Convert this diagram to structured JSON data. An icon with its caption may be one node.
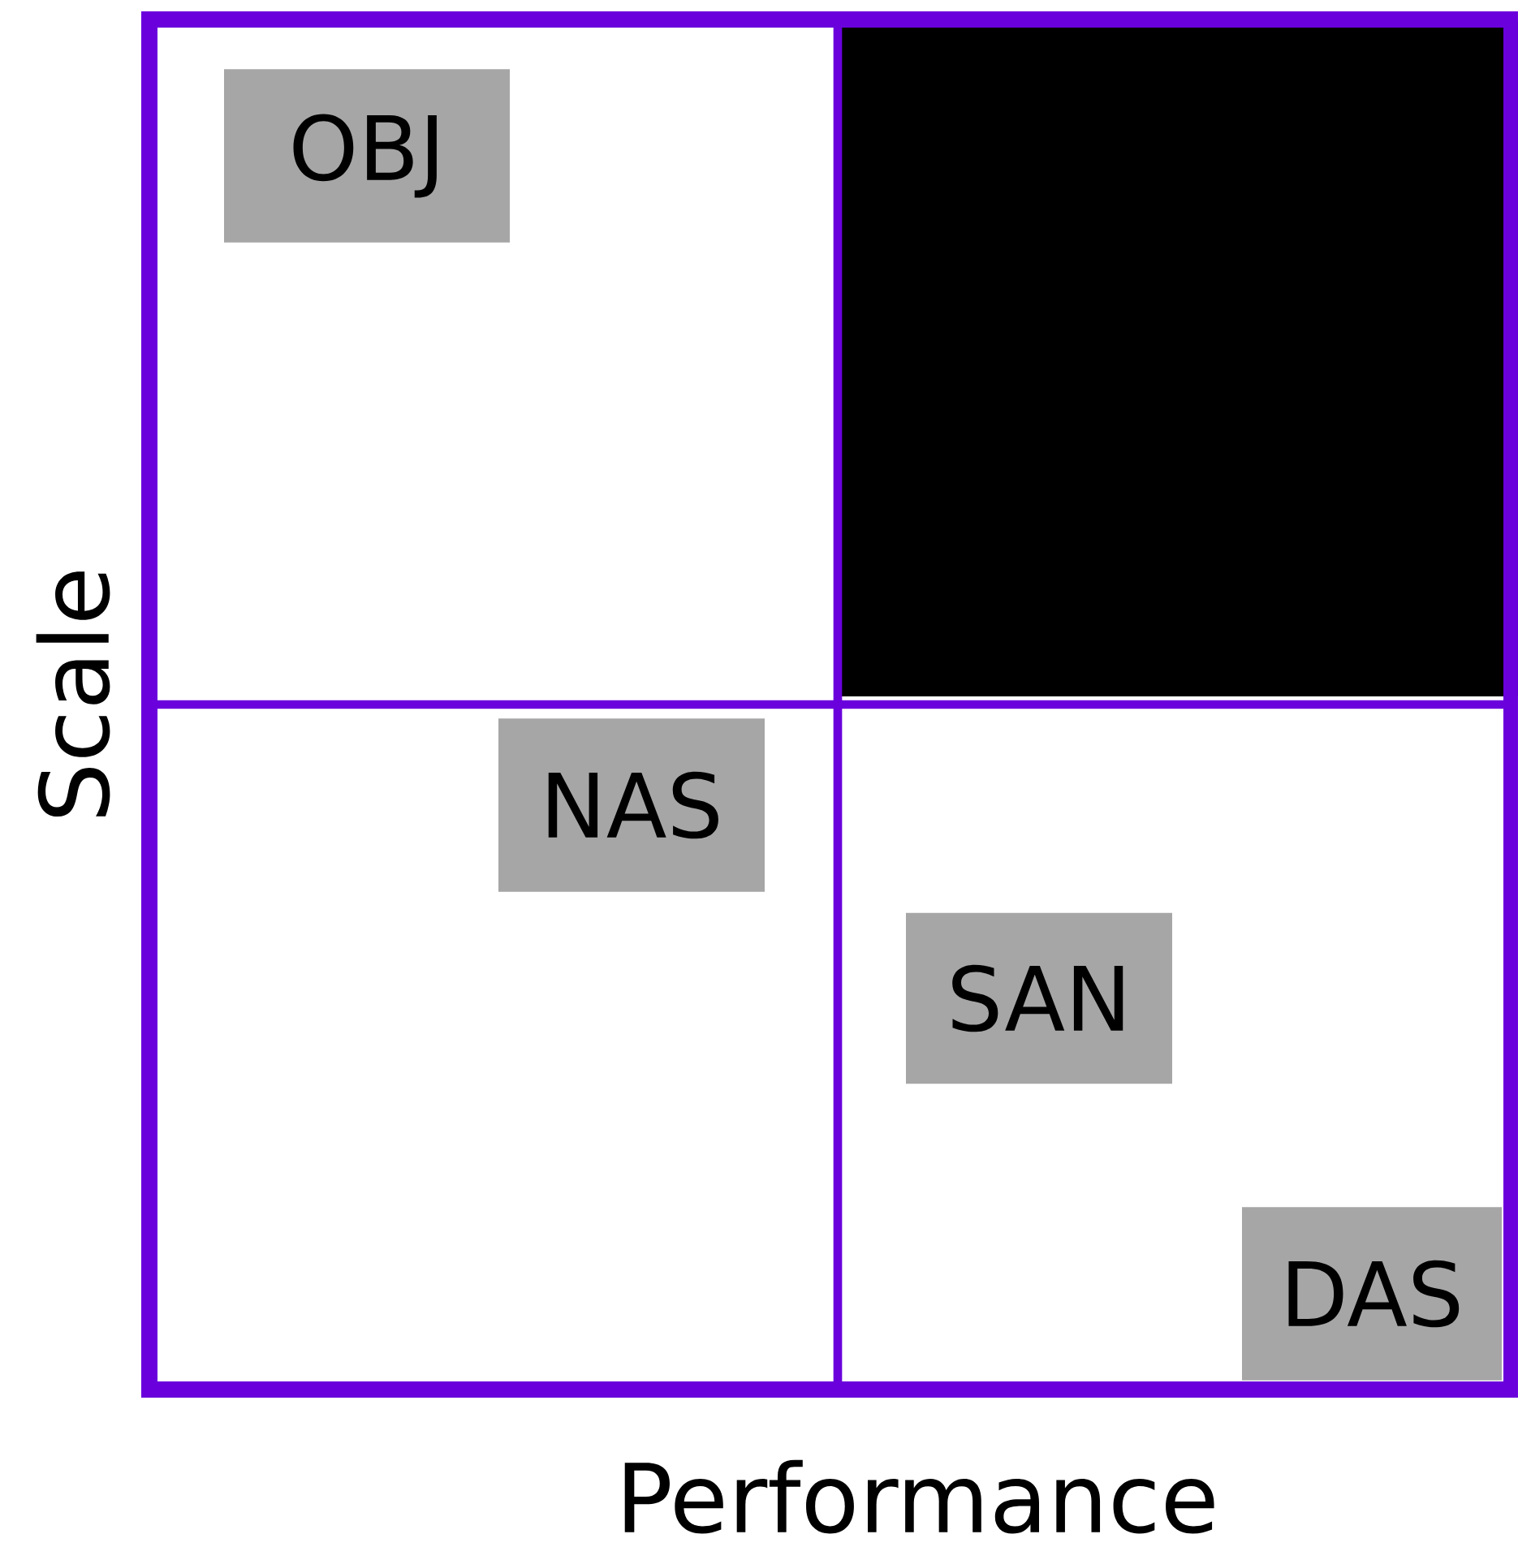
{
  "diagram": {
    "nodes": [
      {
        "text": [
          "OBJ"
        ]
      },
      {
        "text": [
          "NAS"
        ]
      },
      {
        "text": [
          "SAN"
        ]
      },
      {
        "text": [
          "DAS"
        ]
      }
    ],
    "labels": [
      "Scale",
      "Performance"
    ]
  }
}
